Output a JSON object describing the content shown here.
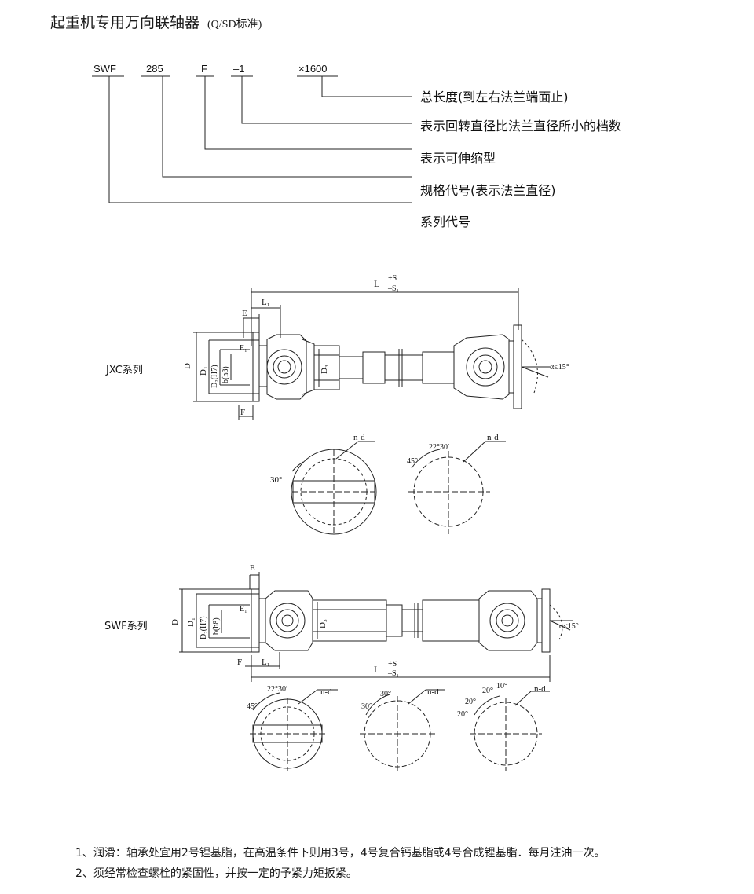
{
  "header": {
    "title": "起重机专用万向联轴器",
    "standard": "(Q/SD标准)"
  },
  "model_code": {
    "parts": [
      "SWF",
      "285",
      "F",
      "–1",
      "×1600"
    ],
    "legend": [
      "总长度(到左右法兰端面止)",
      "表示回转直径比法兰直径所小的档数",
      "表示可伸缩型",
      "规格代号(表示法兰直径)",
      "系列代号"
    ]
  },
  "jxc": {
    "series_label": "JXC系列",
    "dims": {
      "L": "L",
      "plusS": "+S",
      "minusS1": "–S₁",
      "L1": "L₁",
      "E": "E",
      "E1": "E₁",
      "F": "F",
      "D": "D",
      "D1": "D₁",
      "D2": "D₂(H7)",
      "b": "b(h8)",
      "D3": "D₃",
      "angle": "α≤15°"
    },
    "flange_left": {
      "nd": "n-d",
      "angle": "30°"
    },
    "flange_right": {
      "nd": "n-d",
      "angle1": "22°30′",
      "angle2": "45°"
    }
  },
  "swf": {
    "series_label": "SWF系列",
    "dims": {
      "L": "L",
      "plusS": "+S",
      "minusS1": "–S₁",
      "L1": "L₁",
      "E": "E",
      "E1": "E₁",
      "F": "F",
      "D": "D",
      "D1": "D₁",
      "D2": "D₂(H7)",
      "b": "b(h8)",
      "D3": "D₃",
      "angle": "α≤15°"
    },
    "flange_a": {
      "nd": "n-d",
      "angle1": "22°30′",
      "angle2": "45°"
    },
    "flange_b": {
      "nd": "n-d",
      "angle1": "30°",
      "angle2": "30°"
    },
    "flange_c": {
      "nd": "n-d",
      "angle1": "20°",
      "angle2": "10°",
      "angle3": "20°",
      "angle4": "20°"
    }
  },
  "notes": [
    "1、润滑：轴承处宜用2号锂基脂，在高温条件下则用3号，4号复合钙基脂或4号合成锂基脂．每月注油一次。",
    "2、须经常检查螺栓的紧固性，并按一定的予紧力矩扳紧。"
  ]
}
